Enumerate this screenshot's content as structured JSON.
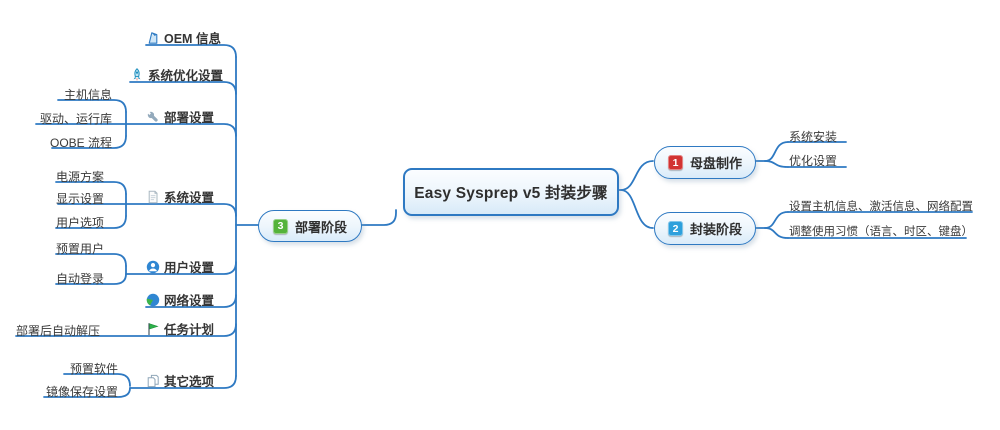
{
  "map": {
    "central": {
      "title": "Easy Sysprep v5 封装步骤"
    },
    "right": [
      {
        "badge": "1",
        "badge_color": "#d23333",
        "label": "母盘制作",
        "children": [
          "系统安装",
          "优化设置"
        ]
      },
      {
        "badge": "2",
        "badge_color": "#2ea0dc",
        "label": "封装阶段",
        "children": [
          "设置主机信息、激活信息、网络配置",
          "调整使用习惯（语言、时区、键盘）"
        ]
      }
    ],
    "left": {
      "badge": "3",
      "badge_color": "#54b33b",
      "label": "部署阶段",
      "items": [
        {
          "icon": "oem-document-icon",
          "label": "OEM 信息",
          "children": []
        },
        {
          "icon": "rocket-icon",
          "label": "系统优化设置",
          "children": []
        },
        {
          "icon": "wrench-icon",
          "label": "部署设置",
          "children": [
            "主机信息",
            "驱动、运行库",
            "OOBE 流程"
          ]
        },
        {
          "icon": "document-icon",
          "label": "系统设置",
          "children": [
            "电源方案",
            "显示设置",
            "用户选项"
          ]
        },
        {
          "icon": "user-icon",
          "label": "用户设置",
          "children": [
            "预置用户",
            "自动登录"
          ]
        },
        {
          "icon": "globe-icon",
          "label": "网络设置",
          "children": []
        },
        {
          "icon": "flag-icon",
          "label": "任务计划",
          "children": [
            "部署后自动解压"
          ]
        },
        {
          "icon": "copy-icon",
          "label": "其它选项",
          "children": [
            "预置软件",
            "镜像保存设置"
          ]
        }
      ]
    },
    "colors": {
      "line": "#2e79c2",
      "node_border": "#2e79c2",
      "node_fill": "#d9ebf9",
      "badge_red": "#d23333",
      "badge_blue": "#2ea0dc",
      "badge_green": "#54b33b"
    }
  }
}
